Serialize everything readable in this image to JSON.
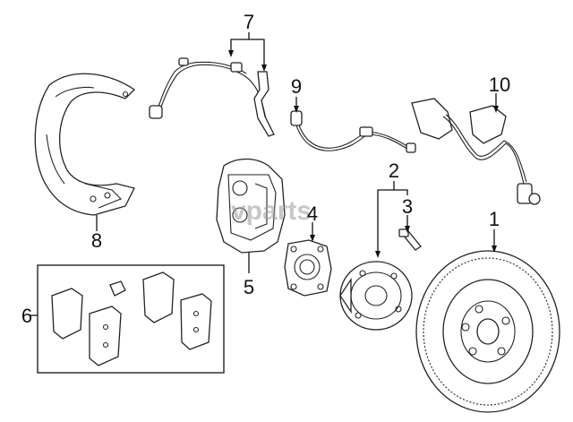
{
  "watermark": "vparts",
  "callouts": {
    "c1": "1",
    "c2": "2",
    "c3": "3",
    "c4": "4",
    "c5": "5",
    "c6": "6",
    "c7": "7",
    "c8": "8",
    "c9": "9",
    "c10": "10"
  },
  "parts": {
    "1": "brake-rotor",
    "2": "hub-and-bearing",
    "3": "hub-bolt",
    "4": "backing-plate-adapter",
    "5": "brake-caliper",
    "6": "brake-pad-set",
    "7": "pad-wear-sensor",
    "8": "splash-shield",
    "9": "brake-hose",
    "10": "abs-sensor"
  }
}
